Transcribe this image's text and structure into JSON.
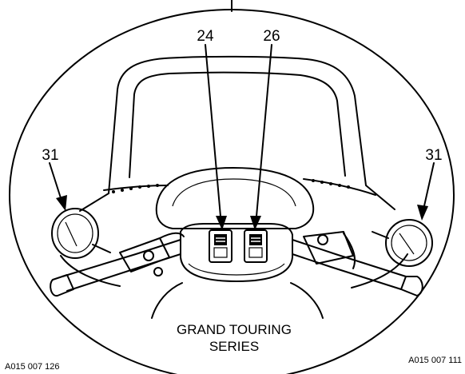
{
  "callouts": {
    "left_switch": "24",
    "right_switch": "26",
    "left_mirror": "31",
    "right_mirror": "31"
  },
  "caption": {
    "line1": "GRAND TOURING",
    "line2": "SERIES"
  },
  "references": {
    "left": "A015 007 126",
    "right": "A015 007 111"
  }
}
